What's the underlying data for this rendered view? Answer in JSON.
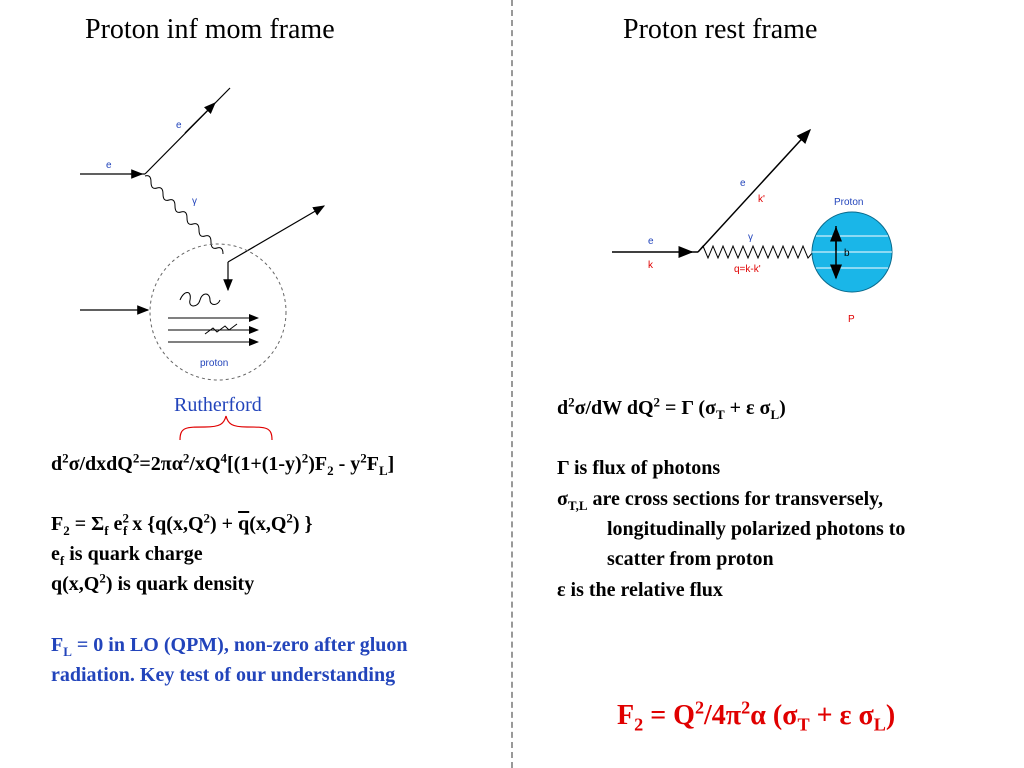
{
  "titles": {
    "left": "Proton inf mom frame",
    "right": "Proton rest frame"
  },
  "left_diagram": {
    "labels": {
      "e_in": "e",
      "e_out": "e",
      "gamma": "γ",
      "proton": "proton"
    }
  },
  "right_diagram": {
    "labels": {
      "e_in": "e",
      "k_in": "k",
      "e_out": "e",
      "k_out": "k'",
      "gamma": "γ",
      "q": "q=k-k'",
      "proton": "Proton",
      "b": "b",
      "P": "P"
    }
  },
  "left_text": {
    "rutherford": "Rutherford",
    "cross_section": {
      "a": "d",
      "b": "2",
      "c": "σ/dxdQ",
      "d": "2",
      "e": "=2πα",
      "f": "2",
      "g": "/xQ",
      "h": "4",
      "i": "[(1+(1-y)",
      "j": "2",
      "k": ")F",
      "l": "2",
      "m": " - y",
      "n": "2",
      "o": "F",
      "p": "L",
      "q": "]"
    },
    "f2": {
      "a": "F",
      "b": "2",
      "c": " = Σ",
      "d": "f",
      "e": " e",
      "f": "2",
      "g": "f",
      "h": " x {q(x,Q",
      "i": "2",
      "j": ") + ",
      "k": "q",
      "l": "(x,Q",
      "m": "2",
      "n": ") }"
    },
    "ef": {
      "a": "e",
      "b": "f",
      "c": " is quark charge"
    },
    "qdens": {
      "a": "q(x,Q",
      "b": "2",
      "c": ") is quark density"
    },
    "fl_line1": {
      "a": "F",
      "b": "L",
      "c": " = 0 in LO (QPM), non-zero after gluon"
    },
    "fl_line2": "radiation. Key test of our understanding"
  },
  "right_text": {
    "cross_section": {
      "a": "d",
      "b": "2",
      "c": "σ/dW dQ",
      "d": "2",
      "e": " = Γ  (σ",
      "f": "T",
      "g": " + ε σ",
      "h": "L",
      "i": ")"
    },
    "gamma_line": "Γ is flux of photons",
    "sigma_line1": {
      "a": "σ",
      "b": "T,L",
      "c": " are cross sections for transversely,"
    },
    "sigma_line2": "longitudinally polarized photons to",
    "sigma_line3": "scatter from proton",
    "eps_line": "ε  is the relative flux",
    "f2": {
      "a": "F",
      "b": "2",
      "c": " = Q",
      "d": "2",
      "e": "/4π",
      "f": "2",
      "g": "α  (σ",
      "h": "T",
      "i": " + ε σ",
      "j": "L",
      "k": ")"
    }
  },
  "colors": {
    "blue": "#2244bb",
    "red": "#e00000",
    "proton_fill": "#1ab6e8"
  }
}
